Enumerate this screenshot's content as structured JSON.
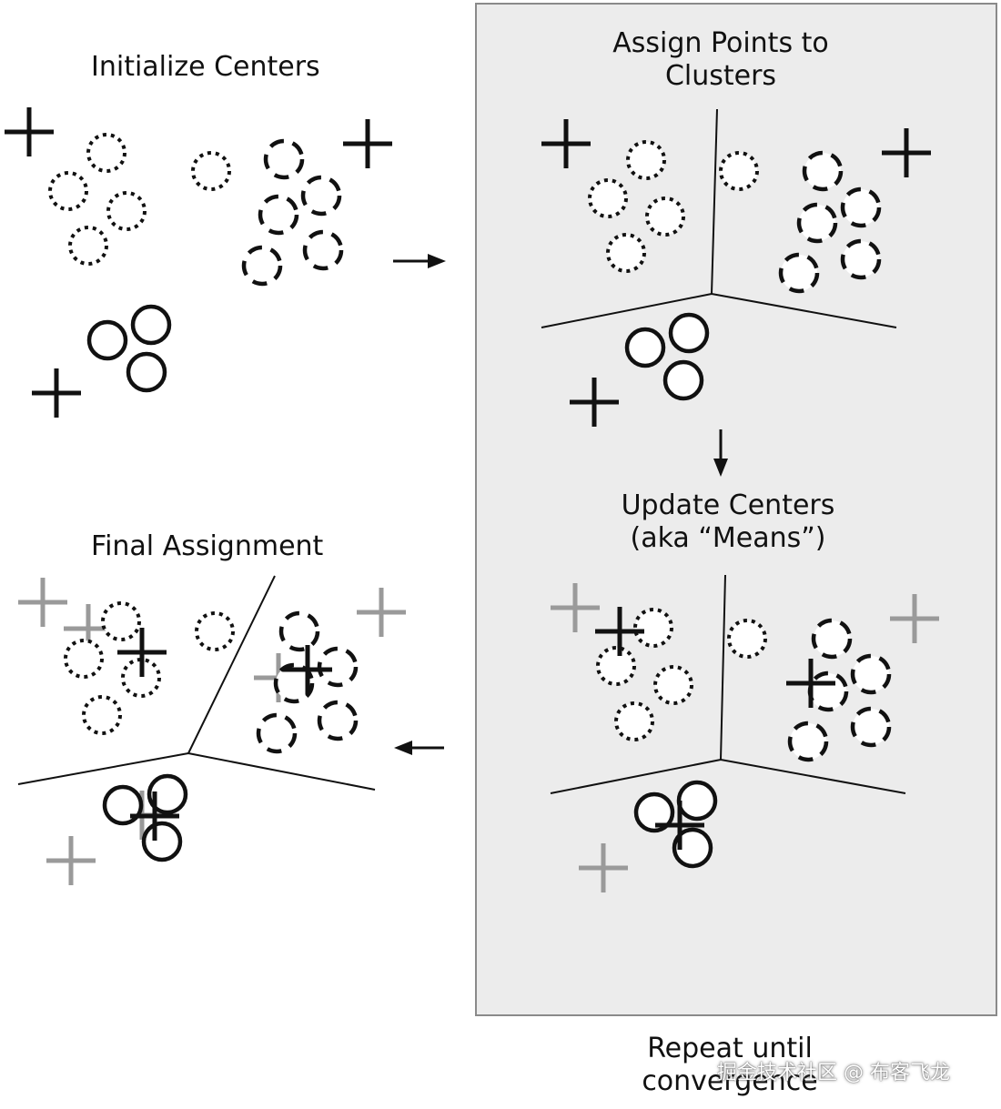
{
  "panels": {
    "initialize": {
      "title": "Initialize Centers"
    },
    "assign": {
      "title_line1": "Assign Points to",
      "title_line2": "Clusters"
    },
    "update": {
      "title_line1": "Update Centers",
      "title_line2": "(aka “Means”)"
    },
    "final": {
      "title": "Final Assignment"
    }
  },
  "caption": {
    "line1": "Repeat until",
    "line2": "convergence"
  },
  "watermark": "掘金技术社区 @ 布客飞龙",
  "colors": {
    "ink": "#111111",
    "old_center": "#9a9a9a",
    "box_fill": "#ececec",
    "box_border": "#8a8a8a"
  }
}
